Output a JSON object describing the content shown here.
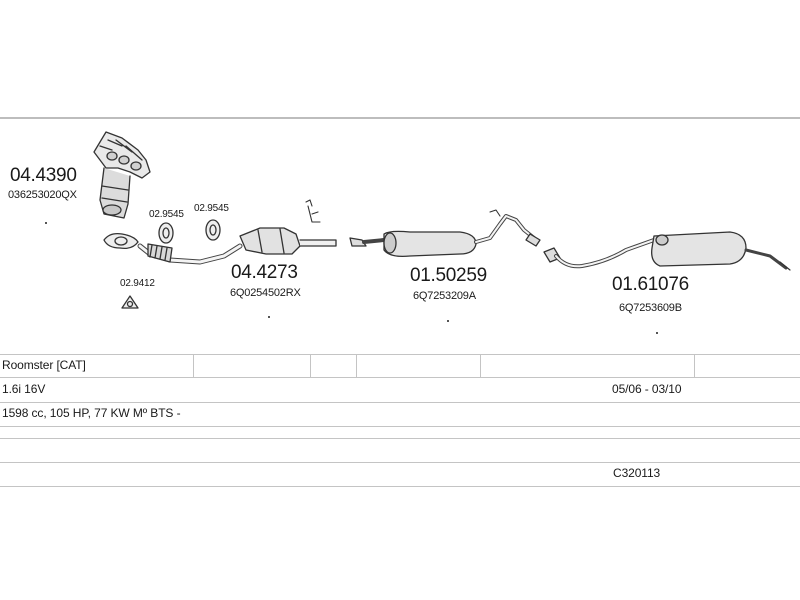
{
  "parts": {
    "manifold": {
      "number": "04.4390",
      "oe": "036253020QX"
    },
    "gasket_a": {
      "number": "02.9545"
    },
    "gasket_b": {
      "number": "02.9545"
    },
    "gasket_c": {
      "number": "02.9412"
    },
    "catalyst": {
      "number": "04.4273",
      "oe": "6Q0254502RX"
    },
    "middle_silencer": {
      "number": "01.50259",
      "oe": "6Q7253209A"
    },
    "rear_silencer": {
      "number": "01.61076",
      "oe": "6Q7253609B"
    }
  },
  "info": {
    "model": "Roomster  [CAT]",
    "engine": "1.6i 16V",
    "date_range": "05/06 - 03/10",
    "spec": "1598 cc, 105 HP, 77 KW Mº BTS -",
    "code": "C320113"
  }
}
